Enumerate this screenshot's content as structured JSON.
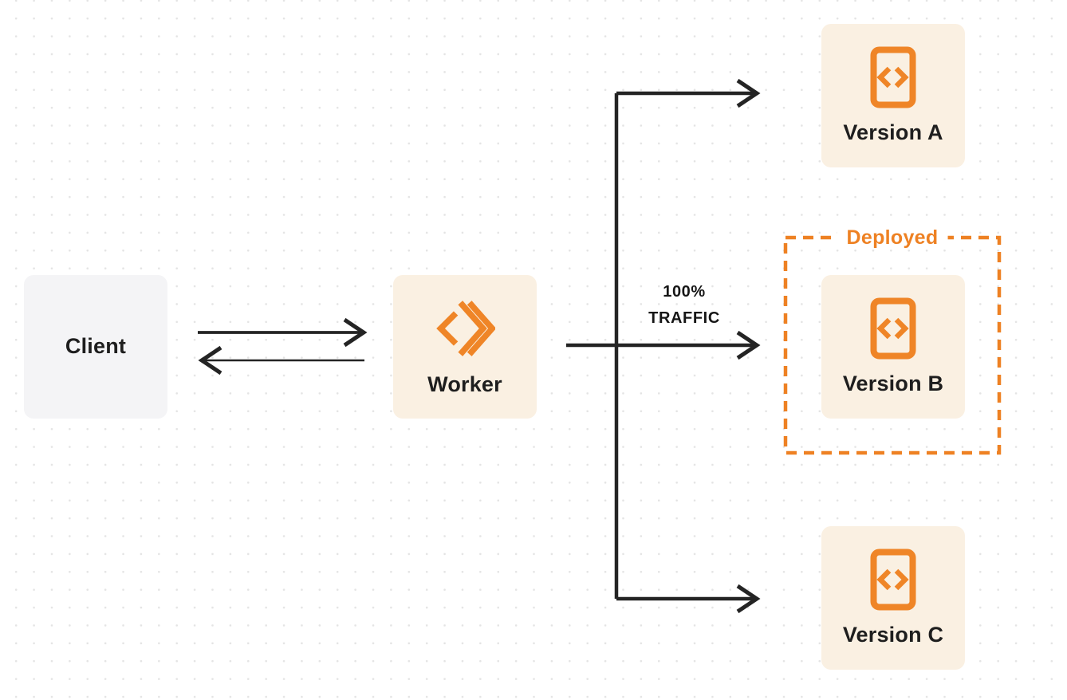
{
  "diagram": {
    "description": "Worker traffic routing diagram with client, worker and three versions"
  },
  "nodes": {
    "client": {
      "label": "Client"
    },
    "worker": {
      "label": "Worker"
    },
    "version_a": {
      "label": "Version A"
    },
    "version_b": {
      "label": "Version B"
    },
    "version_c": {
      "label": "Version C"
    }
  },
  "edges": [
    {
      "from": "client",
      "to": "worker",
      "direction": "bidirectional",
      "label": ""
    },
    {
      "from": "worker",
      "to": "version_a",
      "direction": "forward",
      "label": ""
    },
    {
      "from": "worker",
      "to": "version_b",
      "direction": "forward",
      "label": "100% TRAFFIC"
    },
    {
      "from": "worker",
      "to": "version_c",
      "direction": "forward",
      "label": ""
    }
  ],
  "labels": {
    "traffic_percent": "100%",
    "traffic_word": "TRAFFIC",
    "deployed": "Deployed"
  },
  "icons": {
    "worker_icon": "workers-double-chevron-icon",
    "version_icon": "code-file-icon"
  },
  "colors": {
    "accent_orange": "#EE8123",
    "icon_orange": "#EF8527",
    "node_cream": "#FAF0E2",
    "node_gray": "#F4F4F6",
    "line_dark": "#242424",
    "text_dark": "#1E1E1E",
    "dot_gray": "#E4E4E4",
    "canvas_bg": "#FFFFFF"
  }
}
